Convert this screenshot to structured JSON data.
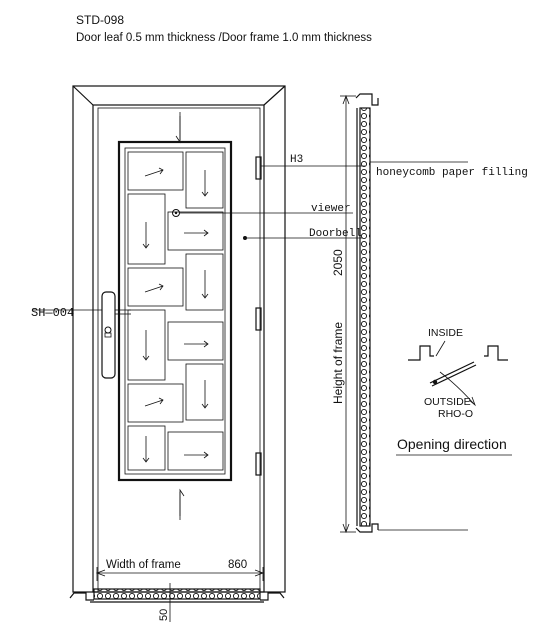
{
  "header": {
    "model": "STD-098",
    "spec": "Door leaf 0.5 mm thickness /Door frame 1.0  mm thickness"
  },
  "labels": {
    "hinge": "H3",
    "viewer": "viewer",
    "doorbell": "Doorbell",
    "lock": "SH—004",
    "filling": "honeycomb paper filling"
  },
  "height": {
    "value": "2050",
    "label": "Height of frame"
  },
  "width": {
    "label": "Width of frame",
    "value": "860"
  },
  "section": {
    "depth": "50"
  },
  "opening": {
    "inside": "INSIDE",
    "outside": "OUTSIDE",
    "code": "RHO-O",
    "title": "Opening direction"
  }
}
